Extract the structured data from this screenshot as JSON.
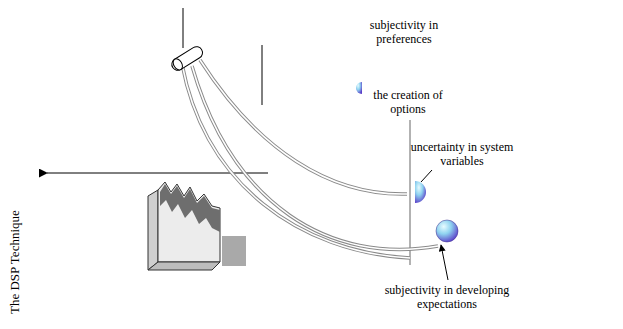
{
  "diagram": {
    "labels": [
      "subjectivity in preferences",
      "the creation of options",
      "uncertainty in system variables",
      "subjectivity in developing expectations",
      "The DSP Technique"
    ]
  }
}
